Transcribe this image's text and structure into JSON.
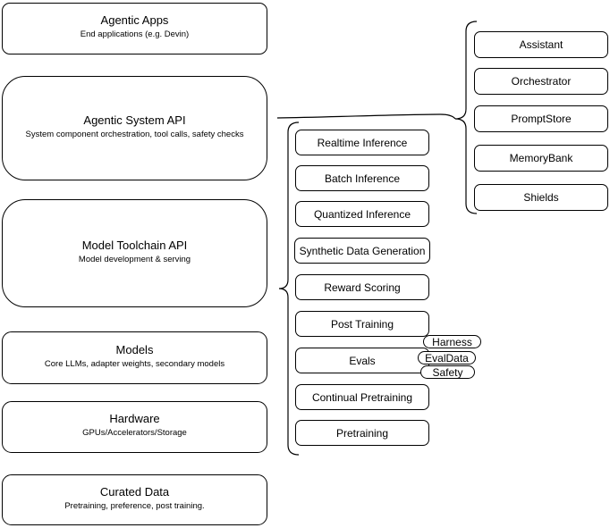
{
  "diagram": {
    "left_stack": {
      "items": [
        {
          "title": "Agentic Apps",
          "subtitle": "End applications (e.g. Devin)"
        },
        {
          "title": "Agentic System API",
          "subtitle": "System component orchestration, tool calls, safety checks"
        },
        {
          "title": "Model Toolchain API",
          "subtitle": "Model development & serving"
        },
        {
          "title": "Models",
          "subtitle": "Core LLMs, adapter weights, secondary models"
        },
        {
          "title": "Hardware",
          "subtitle": "GPUs/Accelerators/Storage"
        },
        {
          "title": "Curated Data",
          "subtitle": "Pretraining, preference, post training."
        }
      ]
    },
    "toolchain_group": {
      "items": [
        {
          "label": "Realtime Inference"
        },
        {
          "label": "Batch Inference"
        },
        {
          "label": "Quantized Inference"
        },
        {
          "label": "Synthetic Data Generation"
        },
        {
          "label": "Reward Scoring"
        },
        {
          "label": "Post Training"
        },
        {
          "label": "Evals"
        },
        {
          "label": "Continual Pretraining"
        },
        {
          "label": "Pretraining"
        }
      ],
      "eval_tags": [
        {
          "label": "Harness"
        },
        {
          "label": "EvalData"
        },
        {
          "label": "Safety"
        }
      ]
    },
    "system_group": {
      "items": [
        {
          "label": "Assistant"
        },
        {
          "label": "Orchestrator"
        },
        {
          "label": "PromptStore"
        },
        {
          "label": "MemoryBank"
        },
        {
          "label": "Shields"
        }
      ]
    },
    "colors": {
      "stroke": "#000000",
      "fill": "#ffffff",
      "background": "#ffffff"
    }
  }
}
